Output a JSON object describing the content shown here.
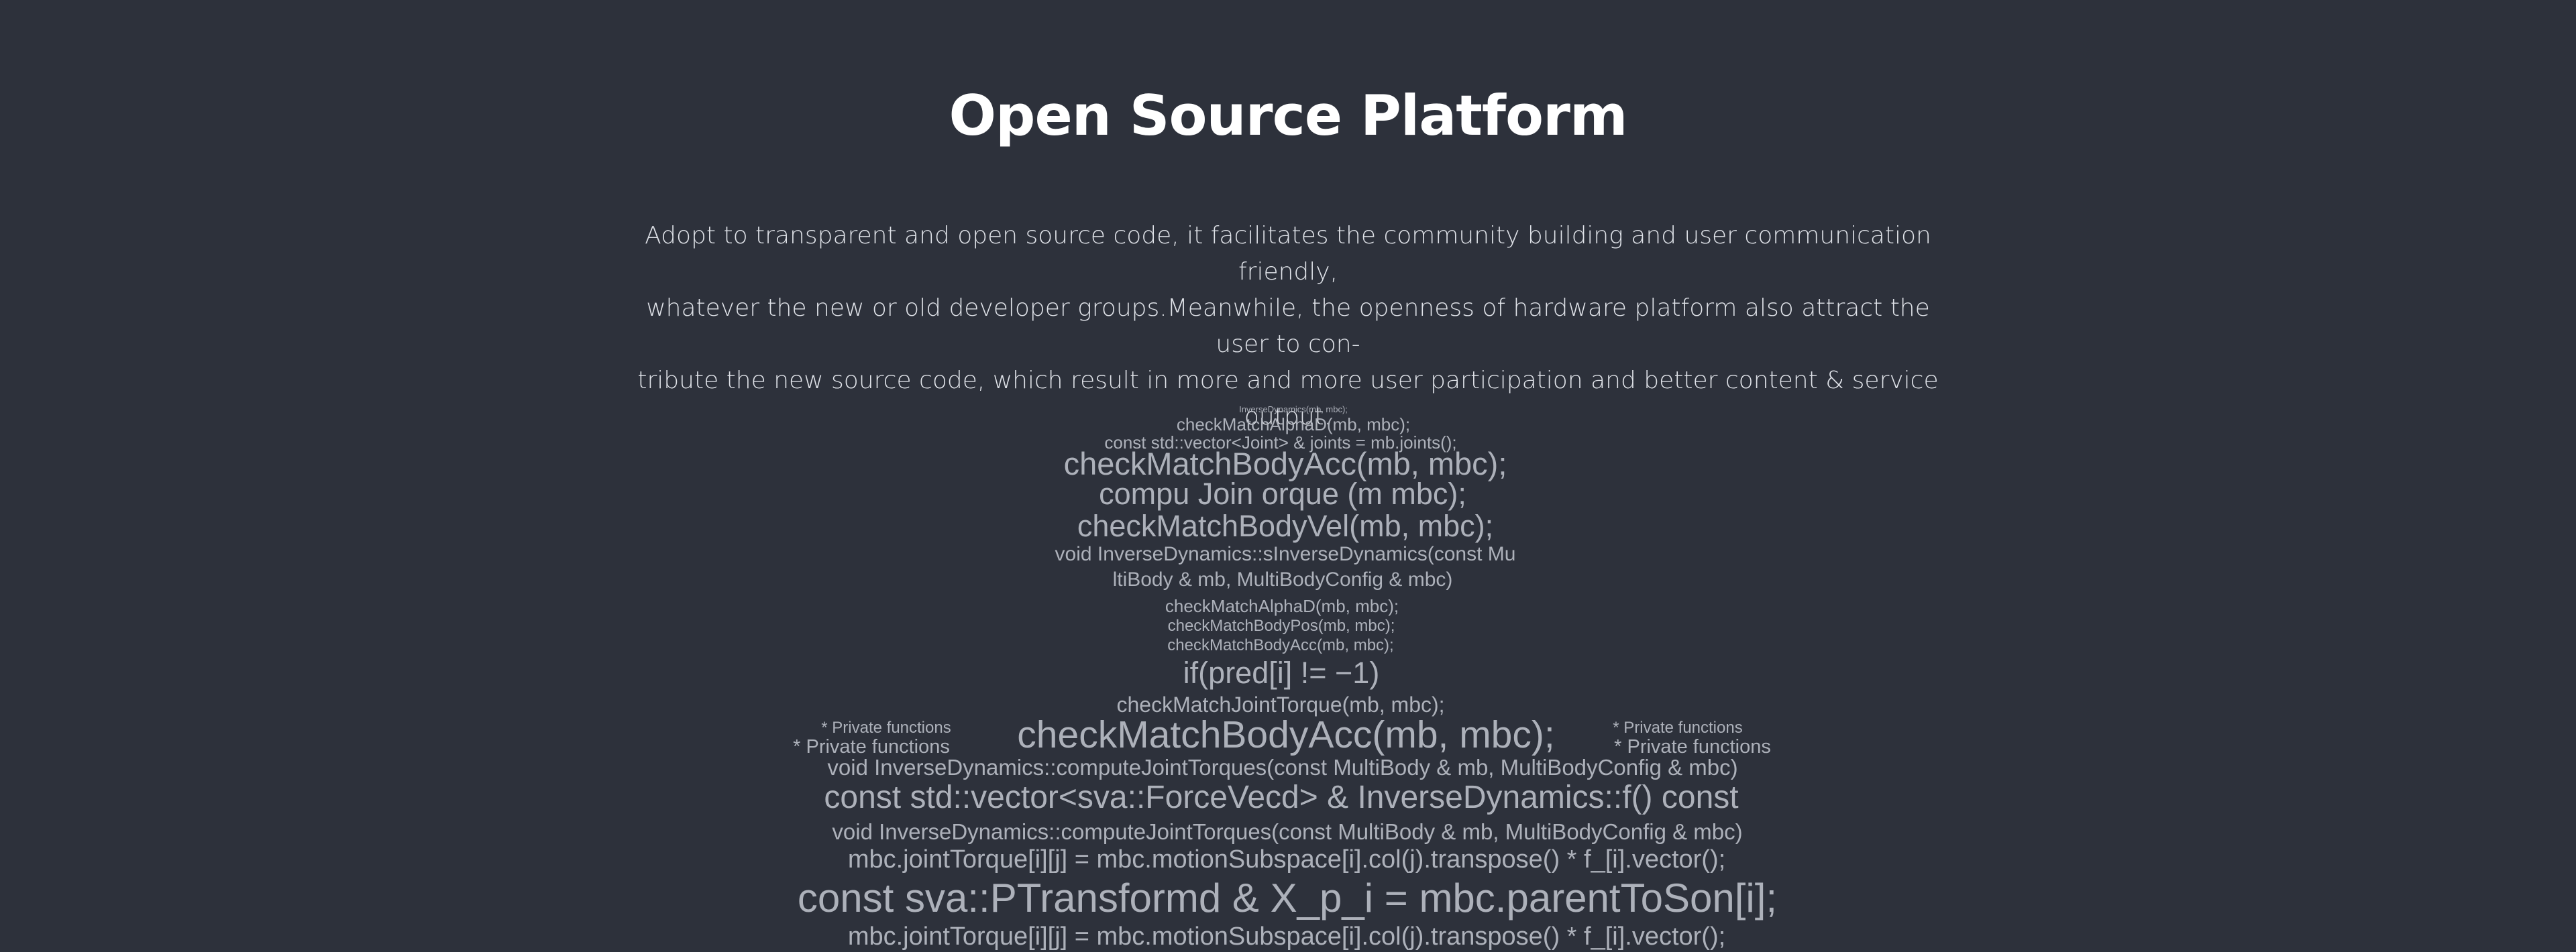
{
  "section": {
    "title": "Open Source Platform",
    "description": [
      "Adopt to transparent and open source code, it facilitates the community building and user communication friendly,",
      "whatever the new or old developer groups.Meanwhile, the openness of hardware platform also attract the user to con-",
      "tribute the new source code, which result in more and more user participation and better content & service output."
    ]
  },
  "code_art": [
    "InverseDynamics(mb, mbc);",
    "checkMatchAlphaD(mb, mbc);",
    "const std::vector<Joint> & joints = mb.joints();",
    "checkMatchBodyAcc(mb, mbc);",
    "compu  Join   orque  (m   mbc);",
    "checkMatchBodyVel(mb, mbc);",
    "void InverseDynamics::sInverseDynamics(const Mu",
    "ltiBody & mb, MultiBodyConfig & mbc)",
    "checkMatchAlphaD(mb, mbc);",
    "checkMatchBodyPos(mb, mbc);",
    "checkMatchBodyAcc(mb, mbc);",
    "if(pred[i] != −1)",
    "checkMatchJointTorque(mb, mbc);",
    "* Private functions",
    "* Private functions",
    "checkMatchBodyAcc(mb, mbc);",
    "* Private functions",
    "* Private functions",
    "void InverseDynamics::computeJointTorques(const MultiBody & mb, MultiBodyConfig & mbc)",
    "const std::vector<sva::ForceVecd> & InverseDynamics::f() const",
    "void InverseDynamics::computeJointTorques(const MultiBody & mb, MultiBodyConfig & mbc)",
    "mbc.jointTorque[i][j] = mbc.motionSubspace[i].col(j).transpose() * f_[i].vector();",
    "const sva::PTransformd & X_p_i = mbc.parentToSon[i];",
    "mbc.jointTorque[i][j] = mbc.motionSubspace[i].col(j).transpose() * f_[i].vector();"
  ]
}
